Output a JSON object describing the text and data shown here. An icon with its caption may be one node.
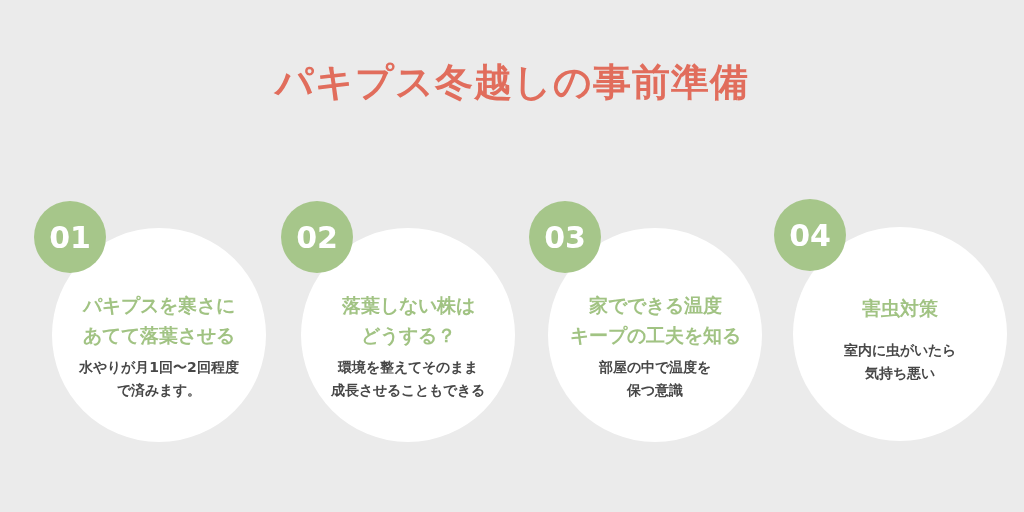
{
  "diagram": {
    "title": "パキプス冬越しの事前準備",
    "nodes": [
      {
        "text": [
          "01"
        ]
      },
      {
        "text": [
          "パキプスを寒さにあてて落葉させる",
          "水やりが月1回〜2回程度で済みます。"
        ]
      },
      {
        "text": [
          "02"
        ]
      },
      {
        "text": [
          "落葉しない株はどうする？",
          "環境を整えてそのまま成長させることもできる"
        ]
      },
      {
        "text": [
          "03"
        ]
      },
      {
        "text": [
          "家でできる温度キープの工夫を知る",
          "部屋の中で温度を保つ意識"
        ]
      },
      {
        "text": [
          "04"
        ]
      },
      {
        "text": [
          "害虫対策",
          "室内に虫がいたら気持ち悪い"
        ]
      }
    ]
  }
}
